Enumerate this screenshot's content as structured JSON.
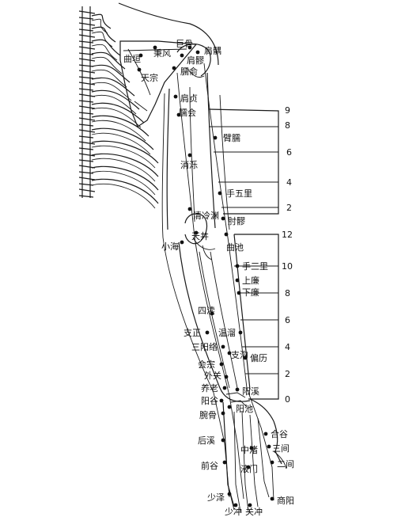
{
  "points": [
    {
      "id": "jugu",
      "label": "巨骨"
    },
    {
      "id": "bingfeng",
      "label": "秉风"
    },
    {
      "id": "jianyu",
      "label": "肩髃"
    },
    {
      "id": "quyuan",
      "label": "曲垣"
    },
    {
      "id": "jianliao",
      "label": "肩髎"
    },
    {
      "id": "naoshu",
      "label": "臑俞"
    },
    {
      "id": "tianzong",
      "label": "天宗"
    },
    {
      "id": "jianzhen",
      "label": "肩贞"
    },
    {
      "id": "naohui",
      "label": "臑会"
    },
    {
      "id": "binao",
      "label": "臂臑"
    },
    {
      "id": "xiaoluo",
      "label": "消泺"
    },
    {
      "id": "shouwuli",
      "label": "手五里"
    },
    {
      "id": "qinglengyuan",
      "label": "清冷渊"
    },
    {
      "id": "zhouliao",
      "label": "肘髎"
    },
    {
      "id": "tianjing",
      "label": "天井"
    },
    {
      "id": "xiaohai",
      "label": "小海"
    },
    {
      "id": "quchi",
      "label": "曲池"
    },
    {
      "id": "shousanli",
      "label": "手三里"
    },
    {
      "id": "shanglian",
      "label": "上廉"
    },
    {
      "id": "xialian",
      "label": "下廉"
    },
    {
      "id": "sidu",
      "label": "四渎"
    },
    {
      "id": "zhizheng",
      "label": "支正"
    },
    {
      "id": "wenliu",
      "label": "温溜"
    },
    {
      "id": "sanyangluo",
      "label": "三阳络"
    },
    {
      "id": "zhigou",
      "label": "支沟"
    },
    {
      "id": "huizong",
      "label": "会宗"
    },
    {
      "id": "pianli",
      "label": "偏历"
    },
    {
      "id": "waiguan",
      "label": "外关"
    },
    {
      "id": "yanglao",
      "label": "养老"
    },
    {
      "id": "yangxi",
      "label": "阳溪"
    },
    {
      "id": "yanggu",
      "label": "阳谷"
    },
    {
      "id": "yangchi",
      "label": "阳池"
    },
    {
      "id": "wangu",
      "label": "腕骨"
    },
    {
      "id": "hegu",
      "label": "合谷"
    },
    {
      "id": "houxi",
      "label": "后溪"
    },
    {
      "id": "zhongzhu",
      "label": "中渚"
    },
    {
      "id": "sanjian",
      "label": "三间"
    },
    {
      "id": "erjian",
      "label": "二间"
    },
    {
      "id": "qiangu",
      "label": "前谷"
    },
    {
      "id": "yemen",
      "label": "液门"
    },
    {
      "id": "shaoze",
      "label": "少泽"
    },
    {
      "id": "shangyang",
      "label": "商阳"
    },
    {
      "id": "shaochong",
      "label": "少冲"
    },
    {
      "id": "guanchong",
      "label": "关冲"
    }
  ],
  "scale_upper": [
    "9",
    "8",
    "6",
    "4",
    "2"
  ],
  "scale_lower": [
    "12",
    "10",
    "8",
    "6",
    "4",
    "2",
    "0"
  ]
}
